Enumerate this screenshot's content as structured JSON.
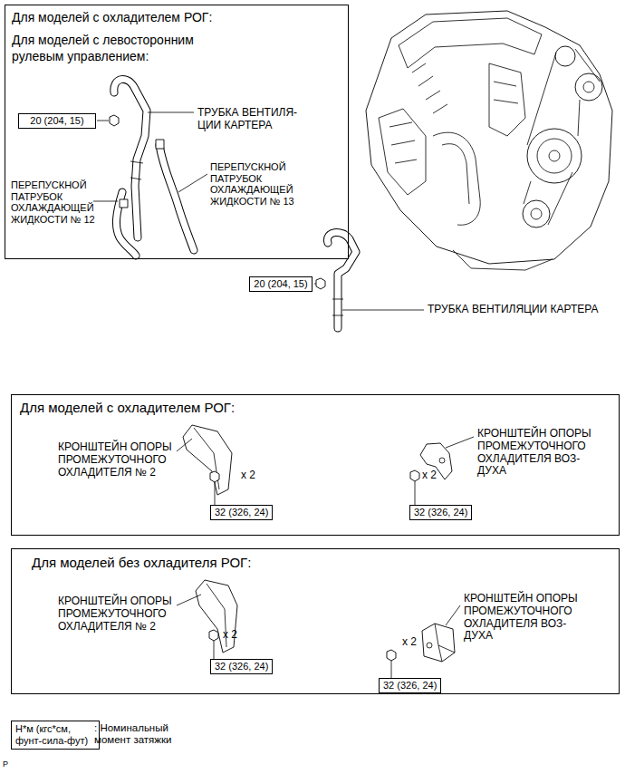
{
  "diagram": {
    "nodes": [
      {
        "text": [
          "Для моделей с охладителем РОГ:",
          "Для моделей с левосторонним рулевым управлением:"
        ]
      },
      {
        "text": [
          "20 (204, 15)"
        ],
        "in": 0
      },
      {
        "text": [
          "20 (204, 15)"
        ]
      },
      {
        "text": [
          "Для моделей с охладителем РОГ:"
        ]
      },
      {
        "text": [
          "32 (326, 24)"
        ],
        "in": 3
      },
      {
        "text": [
          "32 (326, 24)"
        ],
        "in": 3
      },
      {
        "text": [
          "Для моделей без охладителя РОГ:"
        ]
      },
      {
        "text": [
          "32 (326, 24)"
        ],
        "in": 6
      },
      {
        "text": [
          "32 (326, 24)"
        ],
        "in": 6
      },
      {
        "text": [
          "Н*м (кгс*см, фунт-сила-фут)"
        ]
      }
    ],
    "labels": [
      "ТРУБКА ВЕНТИЛЯ-ЦИИ КАРТЕРА",
      "ПЕРЕПУСКНОЙ ПАТРУБОК ОХЛАЖДАЮЩЕЙ ЖИДКОСТИ № 13",
      "ПЕРЕПУСКНОЙ ПАТРУБОК ОХЛАЖДАЮЩЕЙ ЖИДКОСТИ № 12",
      "ТРУБКА ВЕНТИЛЯЦИИ КАРТЕРА",
      "КРОНШТЕЙН ОПОРЫ ПРОМЕЖУТОЧНОГО ОХЛАДИТЕЛЯ № 2",
      "x 2",
      "КРОНШТЕЙН ОПОРЫ ПРОМЕЖУТОЧНОГО ОХЛАДИТЕЛЯ ВОЗ-ДУХА",
      "x 2",
      "КРОНШТЕЙН ОПОРЫ ПРОМЕЖУТОЧНОГО ОХЛАДИТЕЛЯ № 2",
      "x 2",
      "КРОНШТЕЙН ОПОРЫ ПРОМЕЖУТОЧНОГО ОХЛАДИТЕЛЯ ВОЗ-ДУХА",
      "x 2",
      ": Номинальный момент затяжки",
      "P"
    ]
  }
}
